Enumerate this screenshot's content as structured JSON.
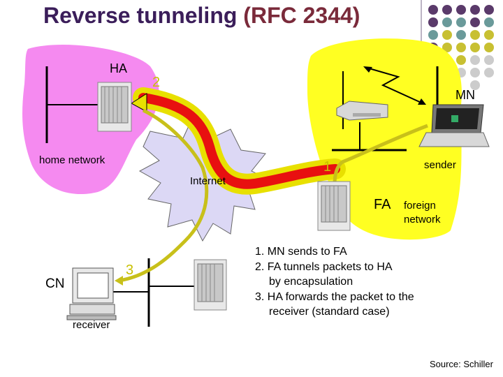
{
  "title": {
    "main": "Reverse tunneling",
    "rfc": "(RFC 2344)"
  },
  "labels": {
    "ha": "HA",
    "mn": "MN",
    "fa": "FA",
    "cn": "CN",
    "home_network": "home network",
    "internet": "Internet",
    "sender": "sender",
    "foreign_network_line1": "foreign",
    "foreign_network_line2": "network",
    "receiver": "receiver"
  },
  "step_numbers": {
    "s1": "1",
    "s2": "2",
    "s3": "3"
  },
  "steps": [
    {
      "line1": "1. MN sends to FA",
      "line2": ""
    },
    {
      "line1": "2. FA tunnels packets to HA",
      "line2": "by encapsulation"
    },
    {
      "line1": "3. HA forwards the packet to the",
      "line2": "receiver (standard case)"
    }
  ],
  "source": "Source: Schiller",
  "colors": {
    "title": "#3b1e5a",
    "home_network": "#f58af0",
    "foreign_network": "#ffff22",
    "internet": "#dcd8f5",
    "tunnel_outer": "#e8e000",
    "tunnel_inner": "#e81010",
    "step_path": "#c8c01a",
    "step_number": "#c8c000"
  },
  "icons": [
    "server-ha-icon",
    "server-fa-icon",
    "server-cn-icon",
    "laptop-mn-icon",
    "desktop-cn-icon",
    "access-point-icon",
    "wireless-link-icon"
  ]
}
